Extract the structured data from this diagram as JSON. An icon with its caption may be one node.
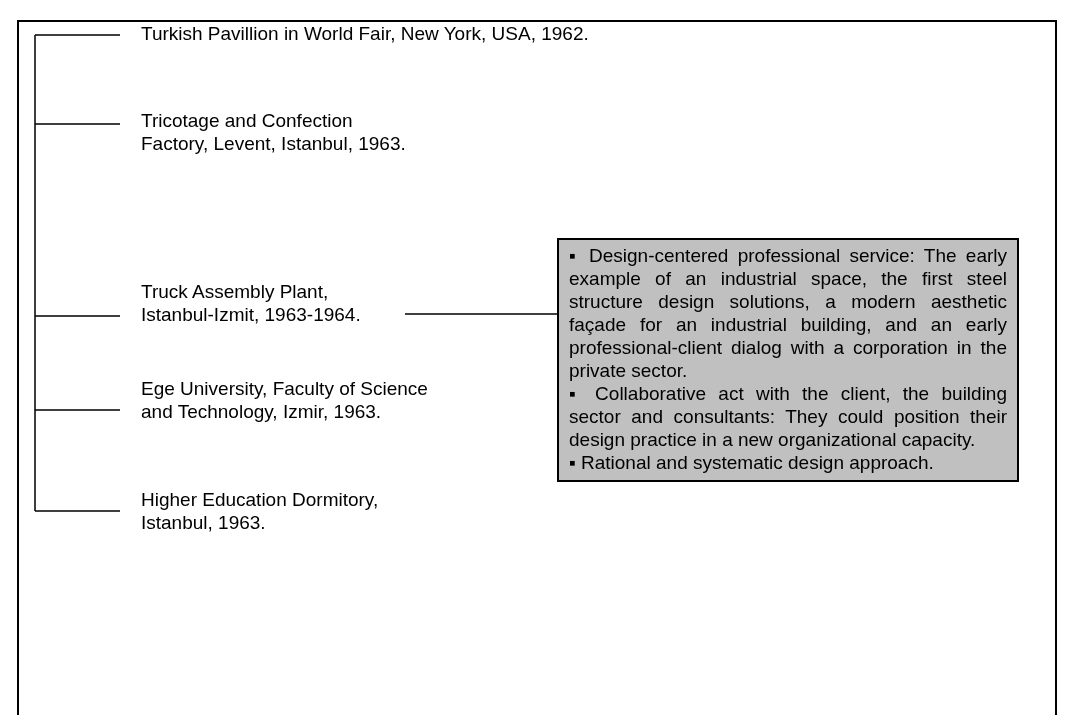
{
  "diagram": {
    "nodes": [
      {
        "text": [
          "Turkish Pavillion in World Fair, New York, USA, 1962."
        ]
      },
      {
        "text": [
          "Tricotage and Confection Factory, Levent, Istanbul, 1963."
        ]
      },
      {
        "text": [
          "Truck Assembly Plant, Istanbul-Izmit, 1963-1964."
        ]
      },
      {
        "text": [
          "Ege University, Faculty of Science and Technology, Izmir, 1963."
        ]
      },
      {
        "text": [
          "Higher Education Dormitory, Istanbul, 1963."
        ]
      },
      {
        "text": [
          "▪ Design-centered professional service: The early example of an industrial space, the first steel structure design solutions, a modern aesthetic façade for an industrial building, and an early professional-client dialog with a corporation in the private sector.",
          "▪ Collaborative act with the client, the building sector and consultants: They could position their design practice in a new organizational capacity.",
          "▪ Rational and systematic design approach."
        ]
      }
    ],
    "edges": [
      {
        "from": 2,
        "to": 5,
        "arrow": "none"
      }
    ]
  }
}
